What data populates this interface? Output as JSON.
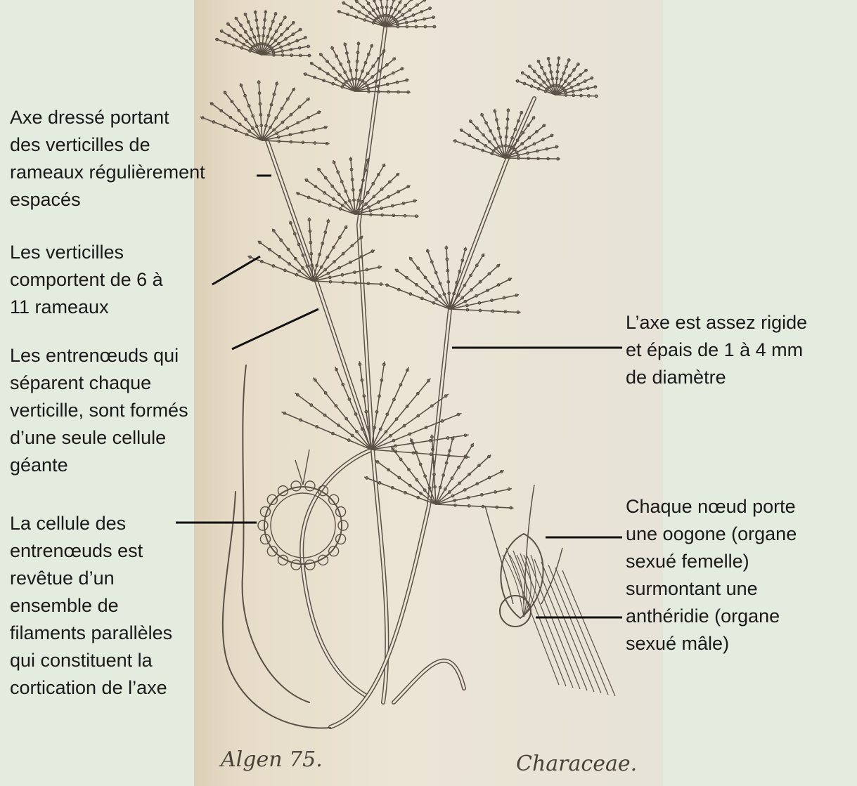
{
  "labels": {
    "axe_dresse": "Axe dressé portant\ndes verticilles de\nrameaux régulièrement\nespacés",
    "verticilles": "Les verticilles\ncomportent de 6 à\n11 rameaux",
    "entrenoeuds": "Les entrenœuds qui\nséparent chaque\nverticille, sont formés\nd’une seule cellule\ngéante",
    "cellule": "La cellule des\nentrenœuds est\nrevêtue d’un\nensemble de\nfilaments parallèles\nqui constituent la\ncortication de l’axe",
    "axe_rigide": "L’axe est assez rigide\net épais de 1 à 4 mm\nde diamètre",
    "noeud": "Chaque nœud porte\nune oogone (organe\nsexué femelle)\nsurmontant une\nanthéridie (organe\nsexué mâle)"
  },
  "captions": {
    "left": "Algen 75.",
    "right": "Characeae."
  },
  "colors": {
    "background": "#e4ebdf",
    "plate": "#ebe4d4",
    "ink": "#5a5046",
    "leader": "#111111"
  }
}
